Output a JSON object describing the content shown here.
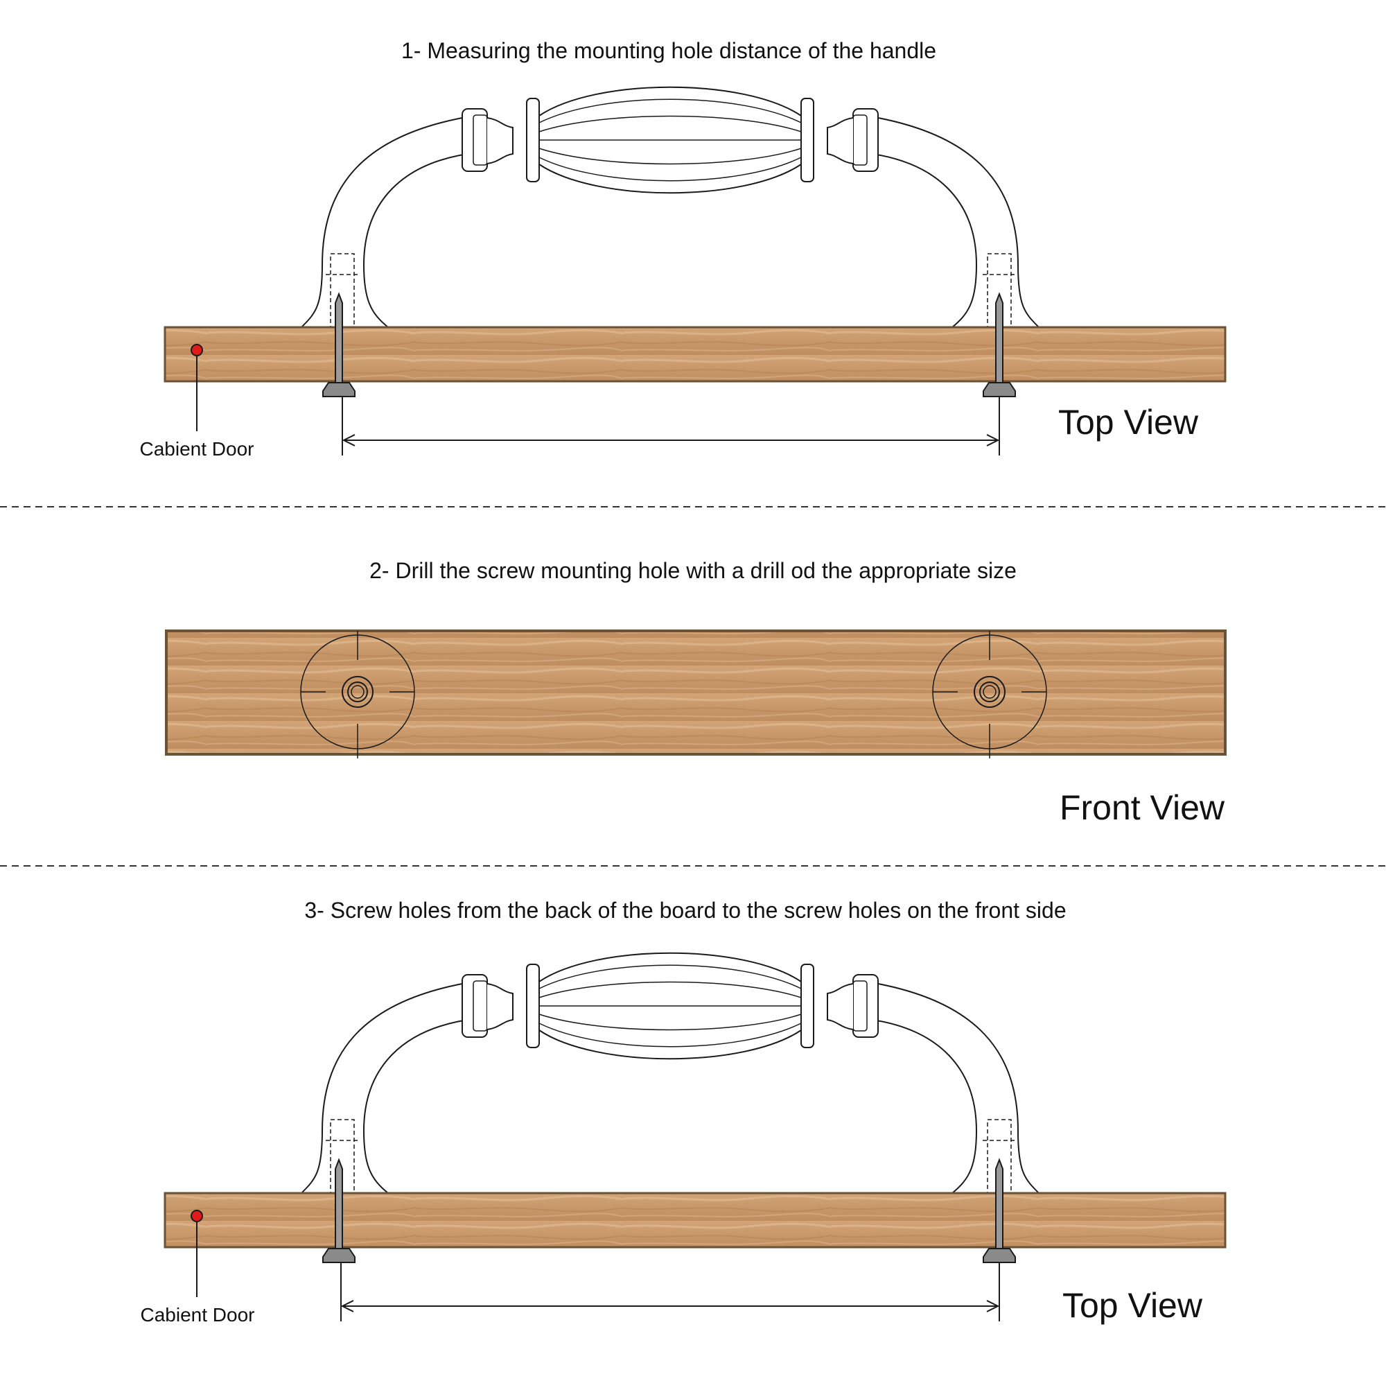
{
  "steps": [
    {
      "title": "1- Measuring the mounting hole distance of the handle",
      "view_label": "Top View",
      "callout_label": "Cabient Door"
    },
    {
      "title": "2- Drill the screw mounting hole with a drill od the appropriate size",
      "view_label": "Front View"
    },
    {
      "title": "3- Screw holes from the back of the board to the screw holes on the front side",
      "view_label": "Top View",
      "callout_label": "Cabient Door"
    }
  ],
  "colors": {
    "wood": "#c9996a",
    "wood_dark": "#6b5236",
    "line": "#1a1a1a",
    "callout_dot": "#e01b1b",
    "screw": "#8a8a8a"
  },
  "icons": {
    "handle": "cabinet-handle-icon",
    "screw": "screw-icon",
    "drill_mark": "drill-hole-icon"
  }
}
